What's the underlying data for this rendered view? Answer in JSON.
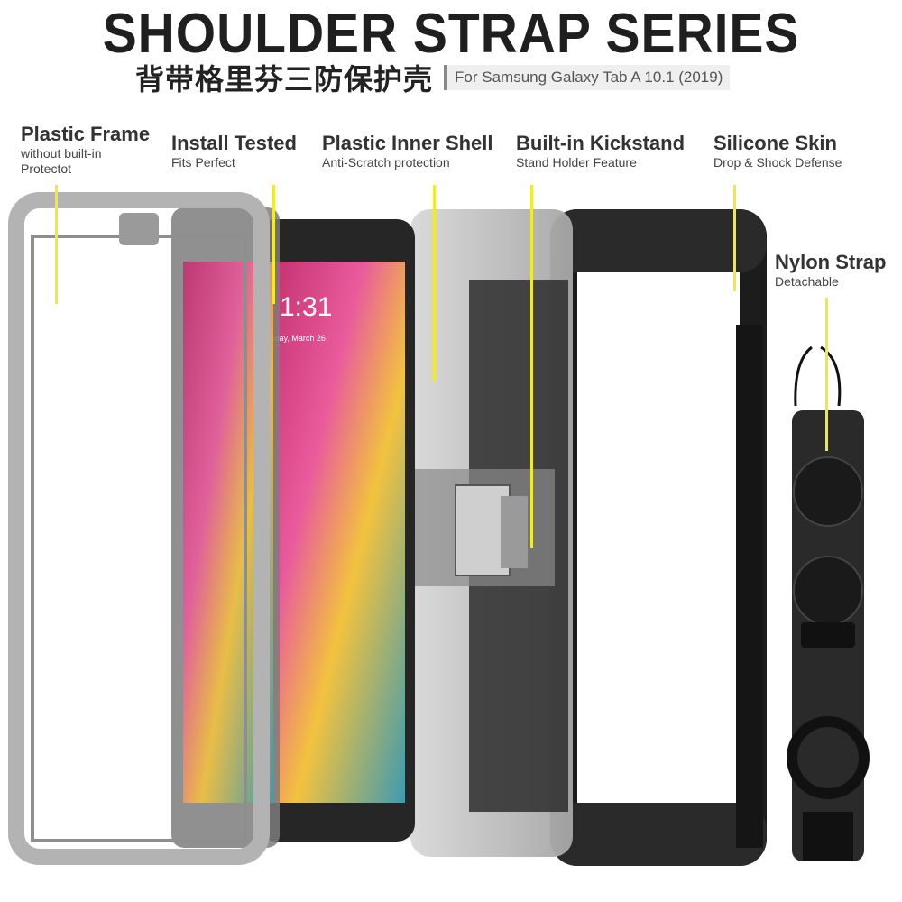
{
  "header": {
    "title": "SHOULDER STRAP SERIES",
    "subtitle_cn": "背带格里芬三防保护壳",
    "model": "For Samsung Galaxy Tab A 10.1 (2019)"
  },
  "components": [
    {
      "title": "Plastic Frame",
      "desc": [
        "without built-in",
        "Protectot"
      ]
    },
    {
      "title": "Install Tested",
      "desc": [
        "Fits Perfect"
      ]
    },
    {
      "title": "Plastic Inner Shell",
      "desc": [
        "Anti-Scratch protection"
      ]
    },
    {
      "title": "Built-in Kickstand",
      "desc": [
        "Stand Holder Feature"
      ]
    },
    {
      "title": "Silicone Skin",
      "desc": [
        "Drop & Shock Defense"
      ]
    },
    {
      "title": "Nylon Strap",
      "desc": [
        "Detachable"
      ]
    }
  ],
  "tablet_screen": {
    "time": "1:31",
    "date": "sday, March 26"
  },
  "colors": {
    "pointer": "#f2ea2a",
    "frame": "#b9b9b9",
    "skin": "#1b1b1b"
  }
}
